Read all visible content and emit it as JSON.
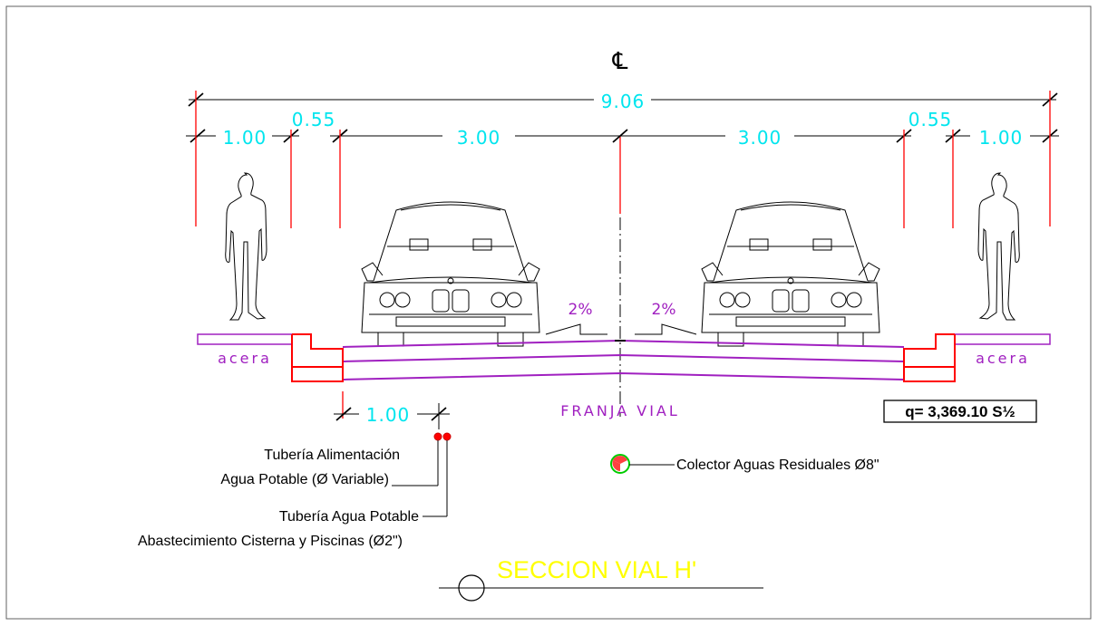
{
  "drawing": {
    "centerline_symbol": "℄",
    "total_width": "9.06",
    "dims_top": {
      "left_sidewalk": "1.00",
      "left_curb": "0.55",
      "left_lane": "3.00",
      "right_lane": "3.00",
      "right_curb": "0.55",
      "right_sidewalk": "1.00"
    },
    "slope_left": "2%",
    "slope_right": "2%",
    "sidewalk_left_label": "acera",
    "sidewalk_right_label": "acera",
    "pipe_offset": "1.00",
    "franja_label": "FRANJA VIAL",
    "flow_label": "q= 3,369.10 S½",
    "notes": {
      "pipe1_line1": "Tubería Alimentación",
      "pipe1_line2": "Agua Potable (Ø Variable)",
      "pipe2_line1": "Tubería Agua Potable",
      "pipe2_line2": "Abastecimiento Cisterna y Piscinas (Ø2\")",
      "collector": "Colector Aguas Residuales Ø8\""
    },
    "title": "SECCION VIAL H'"
  },
  "colors": {
    "dimension": "#00e5ee",
    "extension_line": "#ff0000",
    "pavement": "#a020c0",
    "curb": "#ff0000",
    "title": "#ffff00",
    "collector_ring": "#00cc00"
  },
  "icons": [
    "person-icon",
    "car-icon",
    "centerline-icon",
    "pipe-icon",
    "section-bubble-icon"
  ]
}
